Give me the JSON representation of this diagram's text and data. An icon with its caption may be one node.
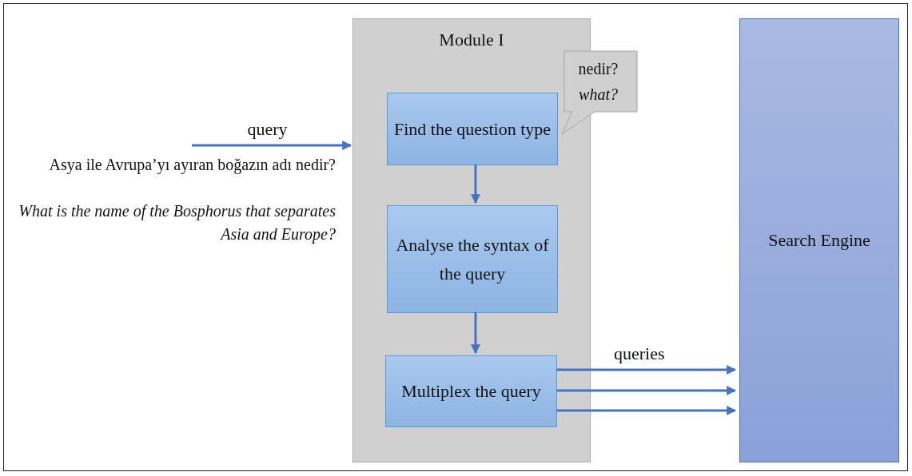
{
  "diagram": {
    "nodes": [
      {
        "text": [
          "Module I"
        ]
      },
      {
        "text": [
          "Find the question type"
        ],
        "in": 0
      },
      {
        "text": [
          "Analyse the syntax of the query"
        ],
        "in": 0
      },
      {
        "text": [
          "Multiplex the query"
        ],
        "in": 0
      },
      {
        "text": [
          "nedir?",
          "what?"
        ]
      },
      {
        "text": [
          "Search Engine"
        ]
      }
    ],
    "edges": [
      {
        "from": null,
        "to": 0,
        "arrow": "to",
        "label": "query"
      },
      {
        "from": 1,
        "to": 2,
        "arrow": "to"
      },
      {
        "from": 2,
        "to": 3,
        "arrow": "to"
      },
      {
        "from": 3,
        "to": 5,
        "arrow": "to",
        "label": "queries"
      },
      {
        "from": 3,
        "to": 5,
        "arrow": "to"
      },
      {
        "from": 3,
        "to": 5,
        "arrow": "to"
      }
    ],
    "labels": [
      "Asya ile Avrupa’yı ayıran boğazın adı nedir?",
      "What is the name of the Bosphorus that separates Asia and Europe?"
    ]
  }
}
